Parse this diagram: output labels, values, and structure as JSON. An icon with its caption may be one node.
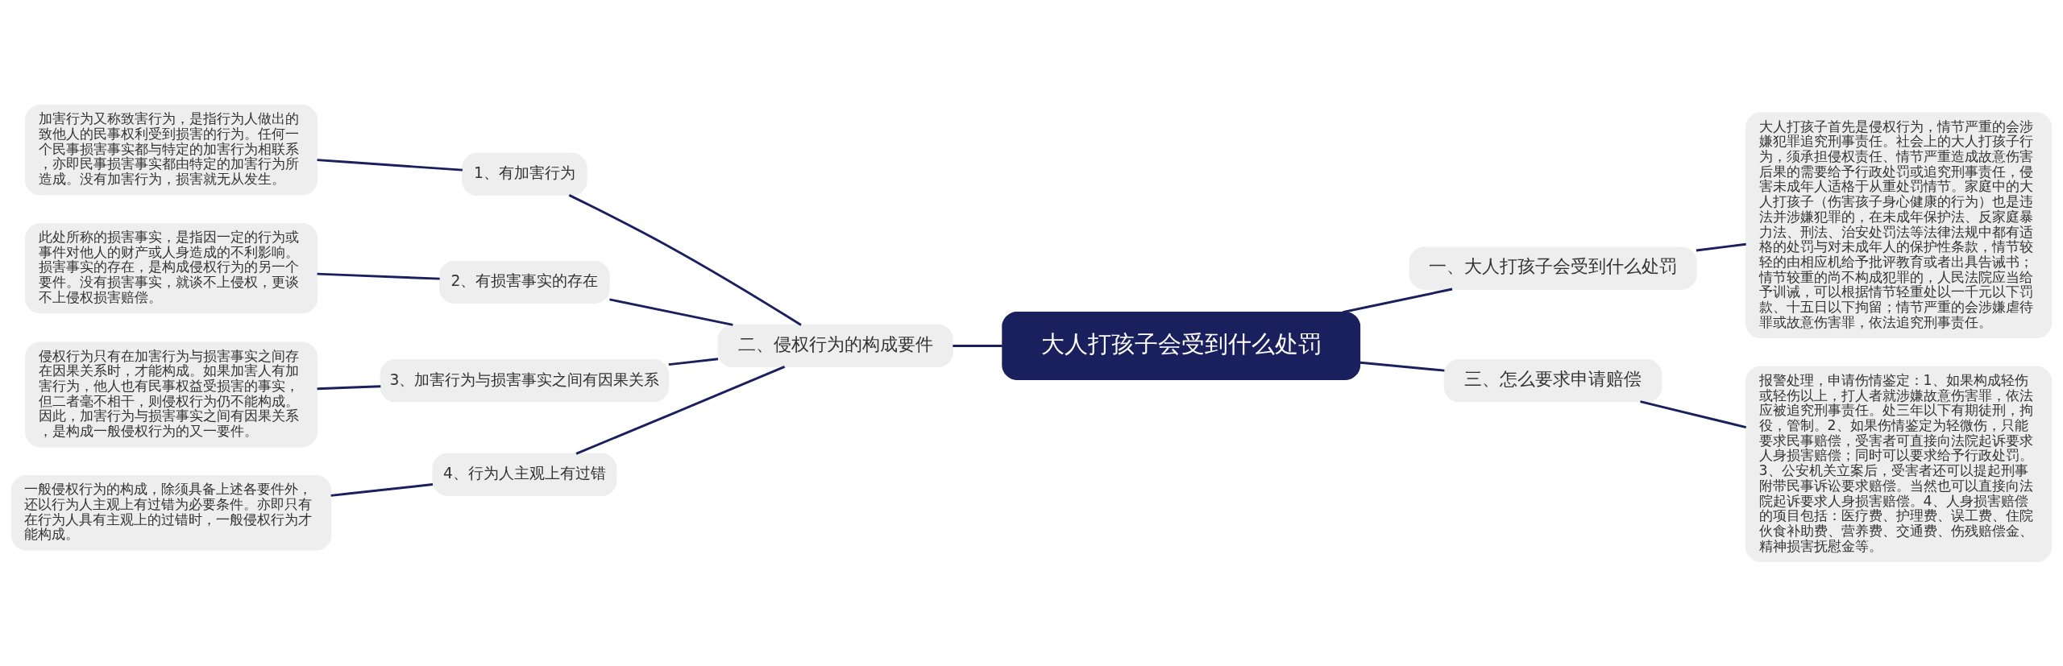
{
  "diagram": {
    "nodes": [
      {
        "text": [
          "大人打孩子会受到什么处罚"
        ]
      },
      {
        "text": [
          "一、大人打孩子会受到什么处罚"
        ]
      },
      {
        "text": [
          "大人打孩子首先是侵权行为，情节严重的会涉嫌犯罪追究刑事责任。社会上的大人打孩子行为，须承担侵权责任、情节严重造成故意伤害后果的需要给予行政处罚或追究刑事责任，侵害未成年人适格于从重处罚情节。家庭中的大人打孩子（伤害孩子身心健康的行为）也是违法并涉嫌犯罪的，在未成年保护法、反家庭暴力法、刑法、治安处罚法等法律法规中都有适格的处罚与对未成年人的保护性条款，情节较轻的由相应机给予批评教育或者出具告诫书；情节较重的尚不构成犯罪的，人民法院应当给予训诫，可以根据情节轻重处以一千元以下罚款、十五日以下拘留；情节严重的会涉嫌虐待罪或故意伤害罪，依法追究刑事责任。"
        ]
      },
      {
        "text": [
          "二、侵权行为的构成要件"
        ]
      },
      {
        "text": [
          "1、有加害行为"
        ]
      },
      {
        "text": [
          "加害行为又称致害行为，是指行为人做出的致他人的民事权利受到损害的行为。任何一个民事损害事实都与特定的加害行为相联系，亦即民事损害事实都由特定的加害行为所造成。没有加害行为，损害就无从发生。"
        ]
      },
      {
        "text": [
          "2、有损害事实的存在"
        ]
      },
      {
        "text": [
          "此处所称的损害事实，是指因一定的行为或事件对他人的财产或人身造成的不利影响。损害事实的存在，是构成侵权行为的另一个要件。没有损害事实，就谈不上侵权，更谈不上侵权损害赔偿。"
        ]
      },
      {
        "text": [
          "3、加害行为与损害事实之间有因果关系"
        ]
      },
      {
        "text": [
          "侵权行为只有在加害行为与损害事实之间存在因果关系时，才能构成。如果加害人有加害行为，他人也有民事权益受损害的事实，但二者毫不相干，则侵权行为仍不能构成。因此，加害行为与损害事实之间有因果关系，是构成一般侵权行为的又一要件。"
        ]
      },
      {
        "text": [
          "4、行为人主观上有过错"
        ]
      },
      {
        "text": [
          "一般侵权行为的构成，除须具备上述各要件外，还以行为人主观上有过错为必要条件。亦即只有在行为人具有主观上的过错时，一般侵权行为才能构成。"
        ]
      },
      {
        "text": [
          "三、怎么要求申请赔偿"
        ]
      },
      {
        "text": [
          "报警处理，申请伤情鉴定：1、如果构成轻伤或轻伤以上，打人者就涉嫌故意伤害罪，依法应被追究刑事责任。处三年以下有期徒刑，拘役，管制。2、如果伤情鉴定为轻微伤，只能要求民事赔偿，受害者可直接向法院起诉要求人身损害赔偿；同时可以要求给予行政处罚。3、公安机关立案后，受害者还可以提起刑事附带民事诉讼要求赔偿。当然也可以直接向法院起诉要求人身损害赔偿。4、人身损害赔偿的项目包括：医疗费、护理费、误工费、住院伙食补助费、营养费、交通费、伤残赔偿金、精神损害抚慰金等。"
        ]
      }
    ],
    "edges": [
      {
        "from": 0,
        "to": 1,
        "arrow": "none"
      },
      {
        "from": 1,
        "to": 2,
        "arrow": "none"
      },
      {
        "from": 0,
        "to": 3,
        "arrow": "none"
      },
      {
        "from": 3,
        "to": 4,
        "arrow": "none"
      },
      {
        "from": 4,
        "to": 5,
        "arrow": "none"
      },
      {
        "from": 3,
        "to": 6,
        "arrow": "none"
      },
      {
        "from": 6,
        "to": 7,
        "arrow": "none"
      },
      {
        "from": 3,
        "to": 8,
        "arrow": "none"
      },
      {
        "from": 8,
        "to": 9,
        "arrow": "none"
      },
      {
        "from": 3,
        "to": 10,
        "arrow": "none"
      },
      {
        "from": 10,
        "to": 11,
        "arrow": "none"
      },
      {
        "from": 0,
        "to": 12,
        "arrow": "none"
      },
      {
        "from": 12,
        "to": 13,
        "arrow": "none"
      }
    ]
  }
}
